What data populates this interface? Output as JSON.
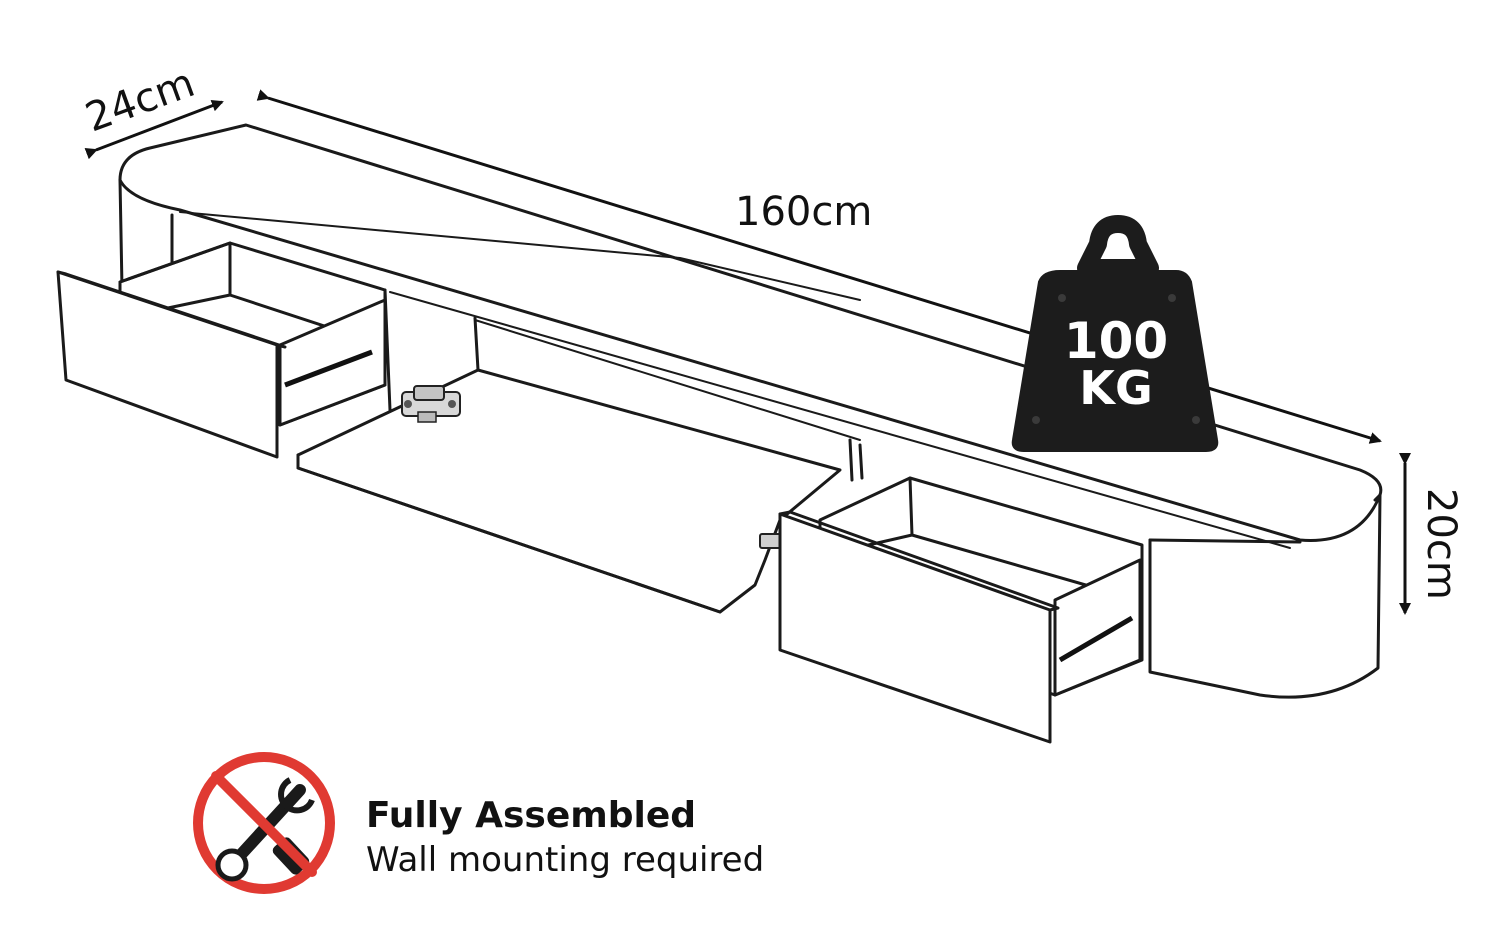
{
  "dimensions": {
    "depth": "24cm",
    "width": "160cm",
    "height": "20cm"
  },
  "weight_capacity": {
    "value": "100",
    "unit": "KG",
    "icon": "weight-icon"
  },
  "assembly": {
    "title": "Fully Assembled",
    "note": "Wall mounting required",
    "icon": "no-tools-icon"
  },
  "colors": {
    "line": "#1a1a1a",
    "weight": "#1c1c1c",
    "prohibit": "#e03a32"
  }
}
